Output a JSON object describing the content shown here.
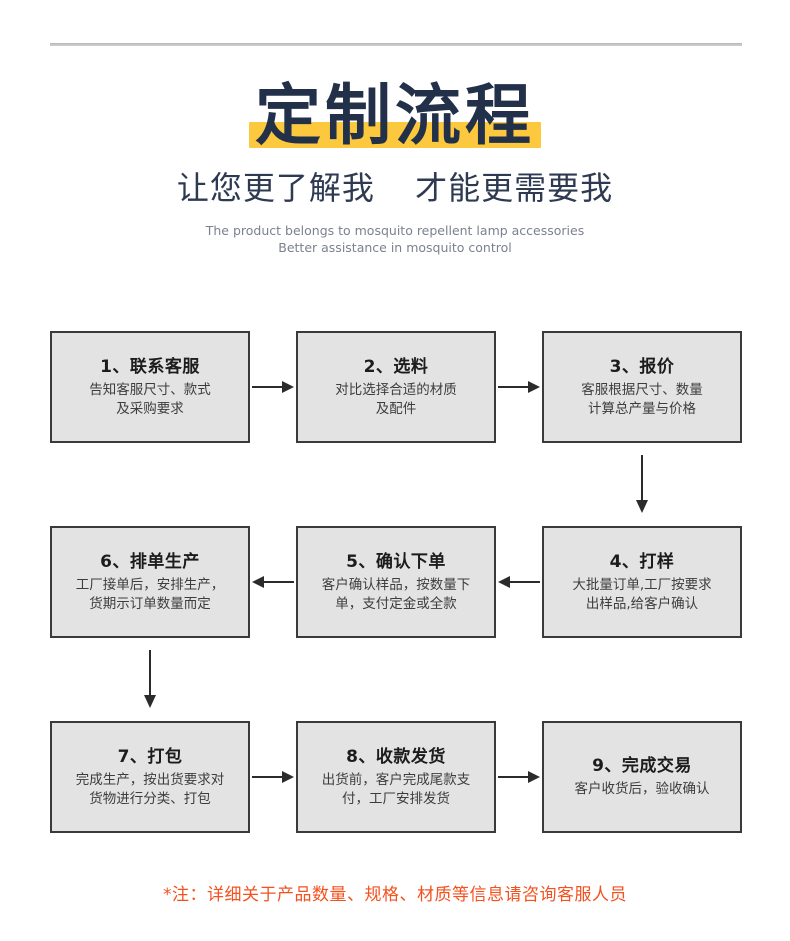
{
  "header": {
    "title": "定制流程",
    "subtitle_left": "让您更了解我",
    "subtitle_right": "才能更需要我",
    "english_line1": "The product belongs to mosquito repellent lamp accessories",
    "english_line2": "Better assistance in mosquito control",
    "highlight_color": "#FBC83E",
    "title_color": "#22304A"
  },
  "flow": {
    "rows": [
      {
        "boxes": [
          {
            "title": "1、联系客服",
            "desc_line1": "告知客服尺寸、款式",
            "desc_line2": "及采购要求"
          },
          {
            "title": "2、选料",
            "desc_line1": "对比选择合适的材质",
            "desc_line2": "及配件"
          },
          {
            "title": "3、报价",
            "desc_line1": "客服根据尺寸、数量",
            "desc_line2": "计算总产量与价格"
          }
        ]
      },
      {
        "boxes": [
          {
            "title": "6、排单生产",
            "desc_line1": "工厂接单后，安排生产，",
            "desc_line2": "货期示订单数量而定"
          },
          {
            "title": "5、确认下单",
            "desc_line1": "客户确认样品，按数量下",
            "desc_line2": "单，支付定金或全款"
          },
          {
            "title": "4、打样",
            "desc_line1": "大批量订单,工厂按要求",
            "desc_line2": "出样品,给客户确认"
          }
        ]
      },
      {
        "boxes": [
          {
            "title": "7、打包",
            "desc_line1": "完成生产，按出货要求对",
            "desc_line2": "货物进行分类、打包"
          },
          {
            "title": "8、收款发货",
            "desc_line1": "出货前，客户完成尾款支",
            "desc_line2": "付，工厂安排发货"
          },
          {
            "title": "9、完成交易",
            "desc_line1": "客户收货后，验收确认",
            "desc_line2": ""
          }
        ]
      }
    ],
    "arrow_color": "#2b2b2b",
    "box_fill": "#e3e3e3",
    "box_border": "#3a3a3a"
  },
  "footer": {
    "note": "*注：详细关于产品数量、规格、材质等信息请咨询客服人员",
    "color": "#F4511E"
  }
}
